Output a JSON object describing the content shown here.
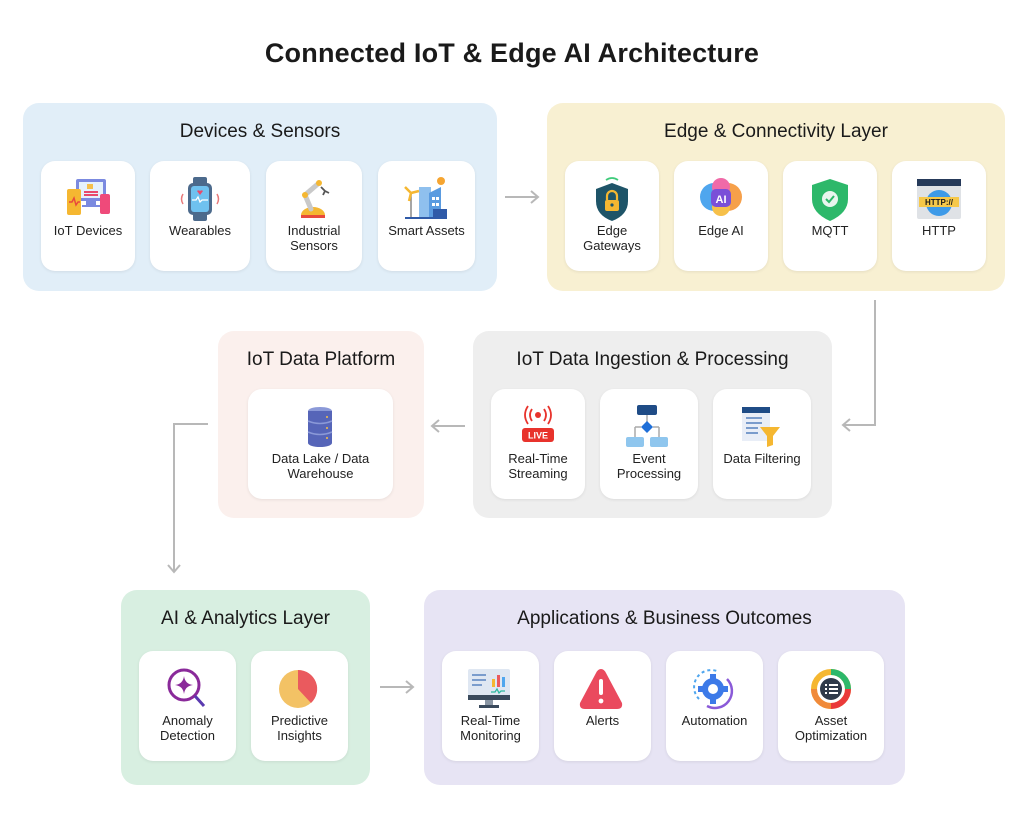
{
  "title": "Connected IoT & Edge AI Architecture",
  "layers": [
    {
      "id": "devices",
      "title": "Devices & Sensors",
      "color": "#e1eef8",
      "items": [
        {
          "label": "IoT Devices",
          "icon": "devices-icon"
        },
        {
          "label": "Wearables",
          "icon": "smartwatch-icon"
        },
        {
          "label": "Industrial Sensors",
          "icon": "robot-arm-icon"
        },
        {
          "label": "Smart Assets",
          "icon": "smart-city-icon"
        }
      ]
    },
    {
      "id": "edge",
      "title": "Edge & Connectivity Layer",
      "color": "#f8f0d2",
      "items": [
        {
          "label": "Edge Gateways",
          "icon": "shield-lock-icon"
        },
        {
          "label": "Edge AI",
          "icon": "ai-brain-icon"
        },
        {
          "label": "MQTT",
          "icon": "shield-check-icon"
        },
        {
          "label": "HTTP",
          "icon": "http-browser-icon"
        }
      ]
    },
    {
      "id": "ingestion",
      "title": "IoT Data Ingestion & Processing",
      "color": "#eeeeee",
      "items": [
        {
          "label": "Real-Time Streaming",
          "icon": "live-stream-icon"
        },
        {
          "label": "Event Processing",
          "icon": "flowchart-icon"
        },
        {
          "label": "Data Filtering",
          "icon": "filter-funnel-icon"
        }
      ]
    },
    {
      "id": "platform",
      "title": "IoT Data Platform",
      "color": "#fbf0ed",
      "items": [
        {
          "label": "Data Lake / Data Warehouse",
          "icon": "database-icon"
        }
      ]
    },
    {
      "id": "analytics",
      "title": "AI & Analytics Layer",
      "color": "#d8efe1",
      "items": [
        {
          "label": "Anomaly Detection",
          "icon": "anomaly-search-icon"
        },
        {
          "label": "Predictive Insights",
          "icon": "pie-chart-icon"
        }
      ]
    },
    {
      "id": "apps",
      "title": "Applications & Business Outcomes",
      "color": "#e7e4f4",
      "items": [
        {
          "label": "Real-Time Monitoring",
          "icon": "monitor-dashboard-icon"
        },
        {
          "label": "Alerts",
          "icon": "alert-triangle-icon"
        },
        {
          "label": "Automation",
          "icon": "automation-gear-icon"
        },
        {
          "label": "Asset Optimization",
          "icon": "donut-list-icon"
        }
      ]
    }
  ],
  "connectors": [
    {
      "from": "devices",
      "to": "edge",
      "icon": "arrow-right-icon"
    },
    {
      "from": "edge",
      "to": "ingestion",
      "icon": "arrow-elbow-down-left-icon"
    },
    {
      "from": "ingestion",
      "to": "platform",
      "icon": "arrow-left-icon"
    },
    {
      "from": "platform",
      "to": "analytics",
      "icon": "arrow-elbow-down-icon"
    },
    {
      "from": "analytics",
      "to": "apps",
      "icon": "arrow-right-icon"
    }
  ],
  "icon_colors": {
    "line": "#b8b8b8"
  }
}
